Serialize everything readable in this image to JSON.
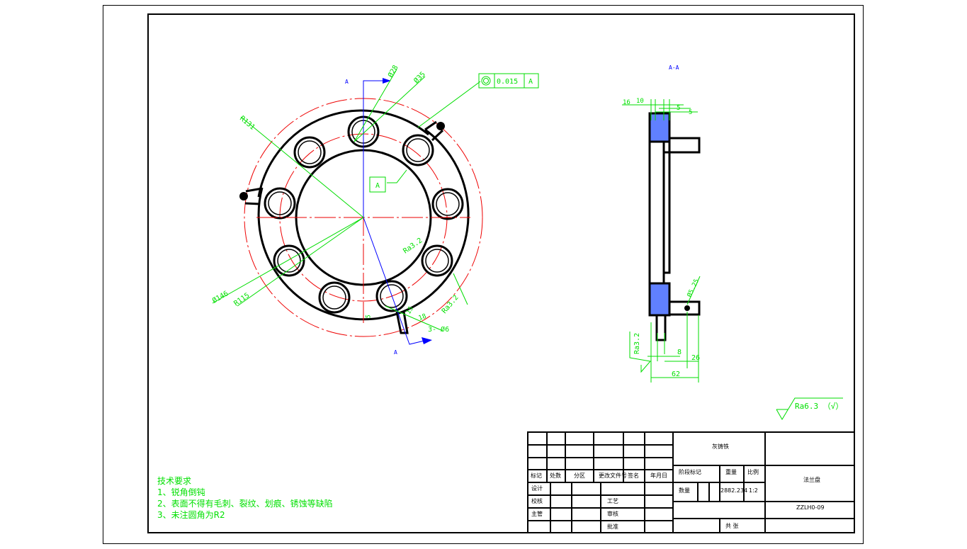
{
  "section_labels": {
    "front_a_top": "A",
    "front_a_bottom": "A",
    "section_view": "A-A"
  },
  "front_dims": {
    "d28": "Ø28",
    "d35": "Ø35",
    "r131": "R131",
    "d146": "Ø146",
    "r115": "R115",
    "ra_inner": "Ra3.2",
    "ra_outer": "Ra3.2",
    "holes": "3- Ø6",
    "d18": "18",
    "d5": "5",
    "d15": "15",
    "datum": "A"
  },
  "tolerance_frame": {
    "symbol": "concentricity",
    "value": "0.015",
    "datum": "A"
  },
  "side_dims": {
    "d16": "16",
    "d10": "10",
    "d5a": "5",
    "d5b": "5",
    "d525": "Ø5.25",
    "ra": "Ra3.2",
    "d8": "8",
    "d26": "26",
    "d62": "62"
  },
  "surface_default": "Ra6.3 （√）",
  "tech_requirements": {
    "title": "技术要求",
    "items": [
      "1、锐角倒钝",
      "2、表面不得有毛刺、裂纹、划痕、锈蚀等缺陷",
      "3、未注圆角为R2"
    ]
  },
  "title_block": {
    "material": "灰铸铁",
    "headers": [
      "标记",
      "处数",
      "分区",
      "更改文件号",
      "签名",
      "年月日"
    ],
    "roles": [
      "设计",
      "校核",
      "主管",
      "批准"
    ],
    "roles2": [
      "工艺",
      "审核"
    ],
    "stage_mark": "阶段标记",
    "weight_label": "重量",
    "scale_label": "比例",
    "stage_value": "数量",
    "weight": "2882.234",
    "scale": "1:2",
    "part_name": "法兰盘",
    "drawing_no": "ZZLH0-09",
    "sheet": "共 张"
  }
}
